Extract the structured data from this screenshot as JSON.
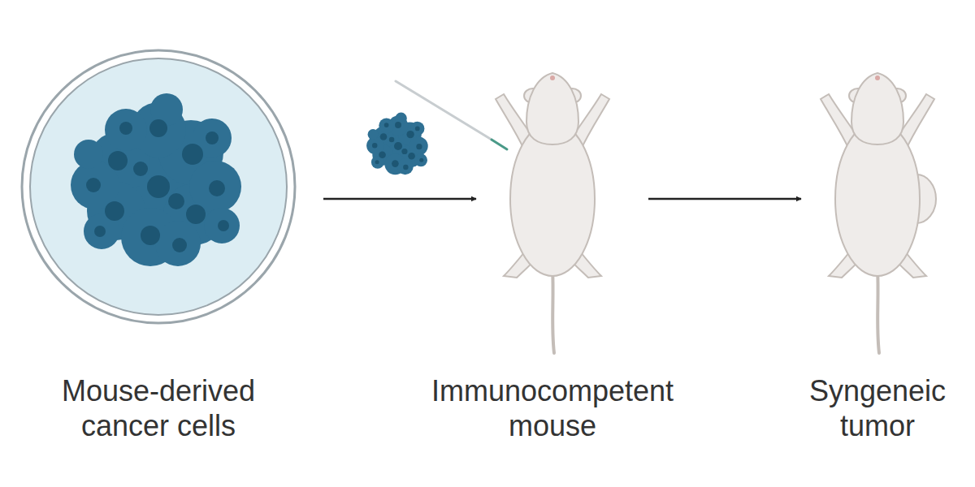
{
  "diagram": {
    "nodes": [
      {
        "text": [
          "Mouse-derived cancer cells"
        ]
      },
      {
        "text": [
          "Immunocompetent mouse"
        ]
      },
      {
        "text": [
          "Syngeneic tumor"
        ]
      }
    ],
    "edges": [
      {
        "from": 0,
        "to": 1,
        "arrow": "to"
      },
      {
        "from": 1,
        "to": 2,
        "arrow": "to"
      }
    ]
  }
}
